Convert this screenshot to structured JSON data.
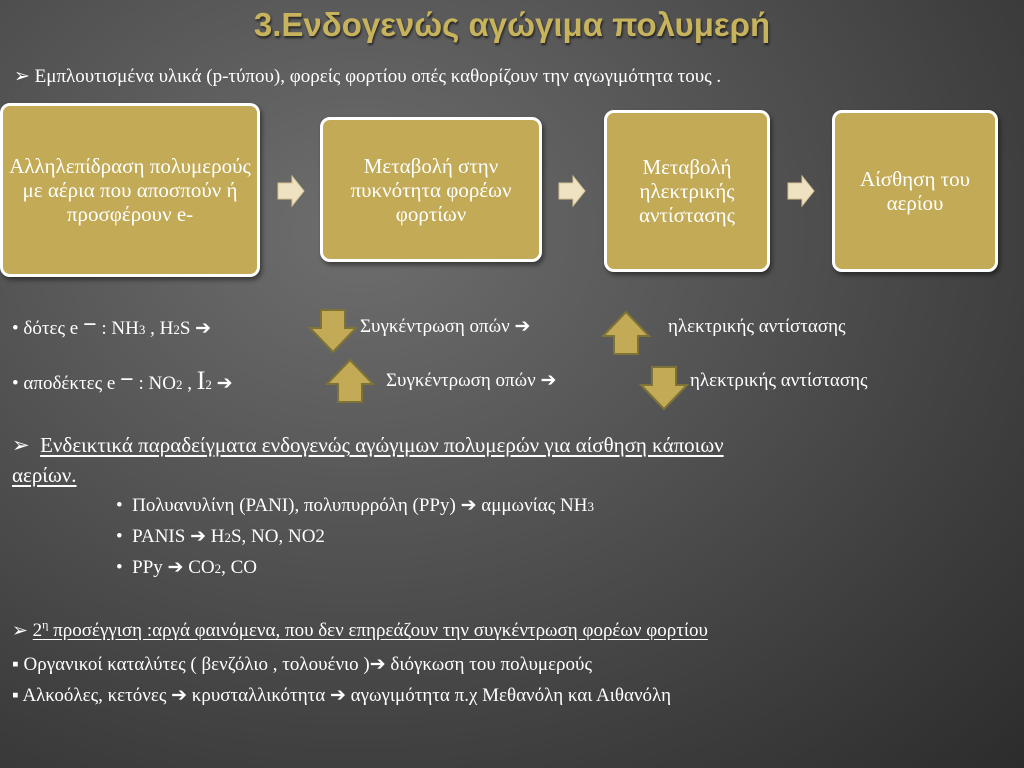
{
  "title": "3.Ενδογενώς αγώγιμα πολυμερή",
  "intro": {
    "bullet": "➢",
    "text": "Εμπλουτισμένα υλικά (p-τύπου), φορείς φορτίου οπές καθορίζουν την αγωγιμότητα τους ."
  },
  "flow": {
    "boxes": [
      "Αλληλεπίδραση πολυμερούς με αέρια που αποσπούν ή προσφέρουν e-",
      "Μεταβολή στην πυκνότητα φορέων φορτίων",
      "Μεταβολή ηλεκτρικής αντίστασης",
      "Αίσθηση του αερίου"
    ]
  },
  "donors": {
    "prefix": "• δότες e",
    "minus": "−",
    "sep": " : ",
    "f1": "NH",
    "f1sub": "3",
    "comma": " , ",
    "f2": "H",
    "f2sub": "2",
    "f2end": "S",
    "arrow": "➔",
    "conc": "Συγκέντρωση οπών",
    "arrow2": "➔",
    "res": "ηλεκτρικής αντίστασης"
  },
  "acceptors": {
    "prefix": "• αποδέκτες e",
    "minus": "−",
    "sep": " : ",
    "f1": "NO",
    "f1sub": "2",
    "comma": " , ",
    "f2": "I",
    "f2sub": "2",
    "arrow": "➔",
    "conc": "Συγκέντρωση οπών",
    "arrow2": "➔",
    "res": "ηλεκτρικής αντίστασης"
  },
  "examples": {
    "bullet": "➢",
    "heading_line1": "Ενδεικτικά παραδείγματα ενδογενώς αγώγιμων πολυμερών για αίσθηση  κάποιων",
    "heading_line2": "αερίων.",
    "items": [
      {
        "bullet": "•",
        "text": "Πολυανυλίνη (PANI), πολυπυρρόλη  (PPy) ",
        "arrow": "➔",
        "after": " αμμωνίας NH",
        "sub": "3",
        "tail": ""
      },
      {
        "bullet": "•",
        "text": "PANIS ",
        "arrow": "➔",
        "after": " H",
        "sub": "2",
        "tail": "S, NO, NO2"
      },
      {
        "bullet": "•",
        "text": "PPy  ",
        "arrow": "➔",
        "after": " CO",
        "sub": "2",
        "tail": ", CO"
      }
    ]
  },
  "approach2": {
    "bullet": "➢",
    "num": "2",
    "sup": "η",
    "text": " προσέγγιση :αργά φαινόμενα, που δεν επηρεάζουν την συγκέντρωση φορέων φορτίου"
  },
  "notes": [
    {
      "bullet": "▪",
      "text": "Οργανικοί καταλύτες  ( βενζόλιο , τολουένιο )",
      "arrow": "➔",
      "after": " διόγκωση του πολυμερούς",
      "arrow2": "",
      "after2": ""
    },
    {
      "bullet": "▪",
      "text": " Αλκοόλες, κετόνες ",
      "arrow": "➔",
      "after": " κρυσταλλικότητα ",
      "arrow2": "➔",
      "after2": " αγωγιμότητα  π.χ Μεθανόλη και Αιθανόλη"
    }
  ],
  "colors": {
    "box_fill": "#c2aa56",
    "title": "#c7b35c",
    "arrow_fill": "#c2aa56",
    "arrow_stroke": "#7d7337"
  }
}
